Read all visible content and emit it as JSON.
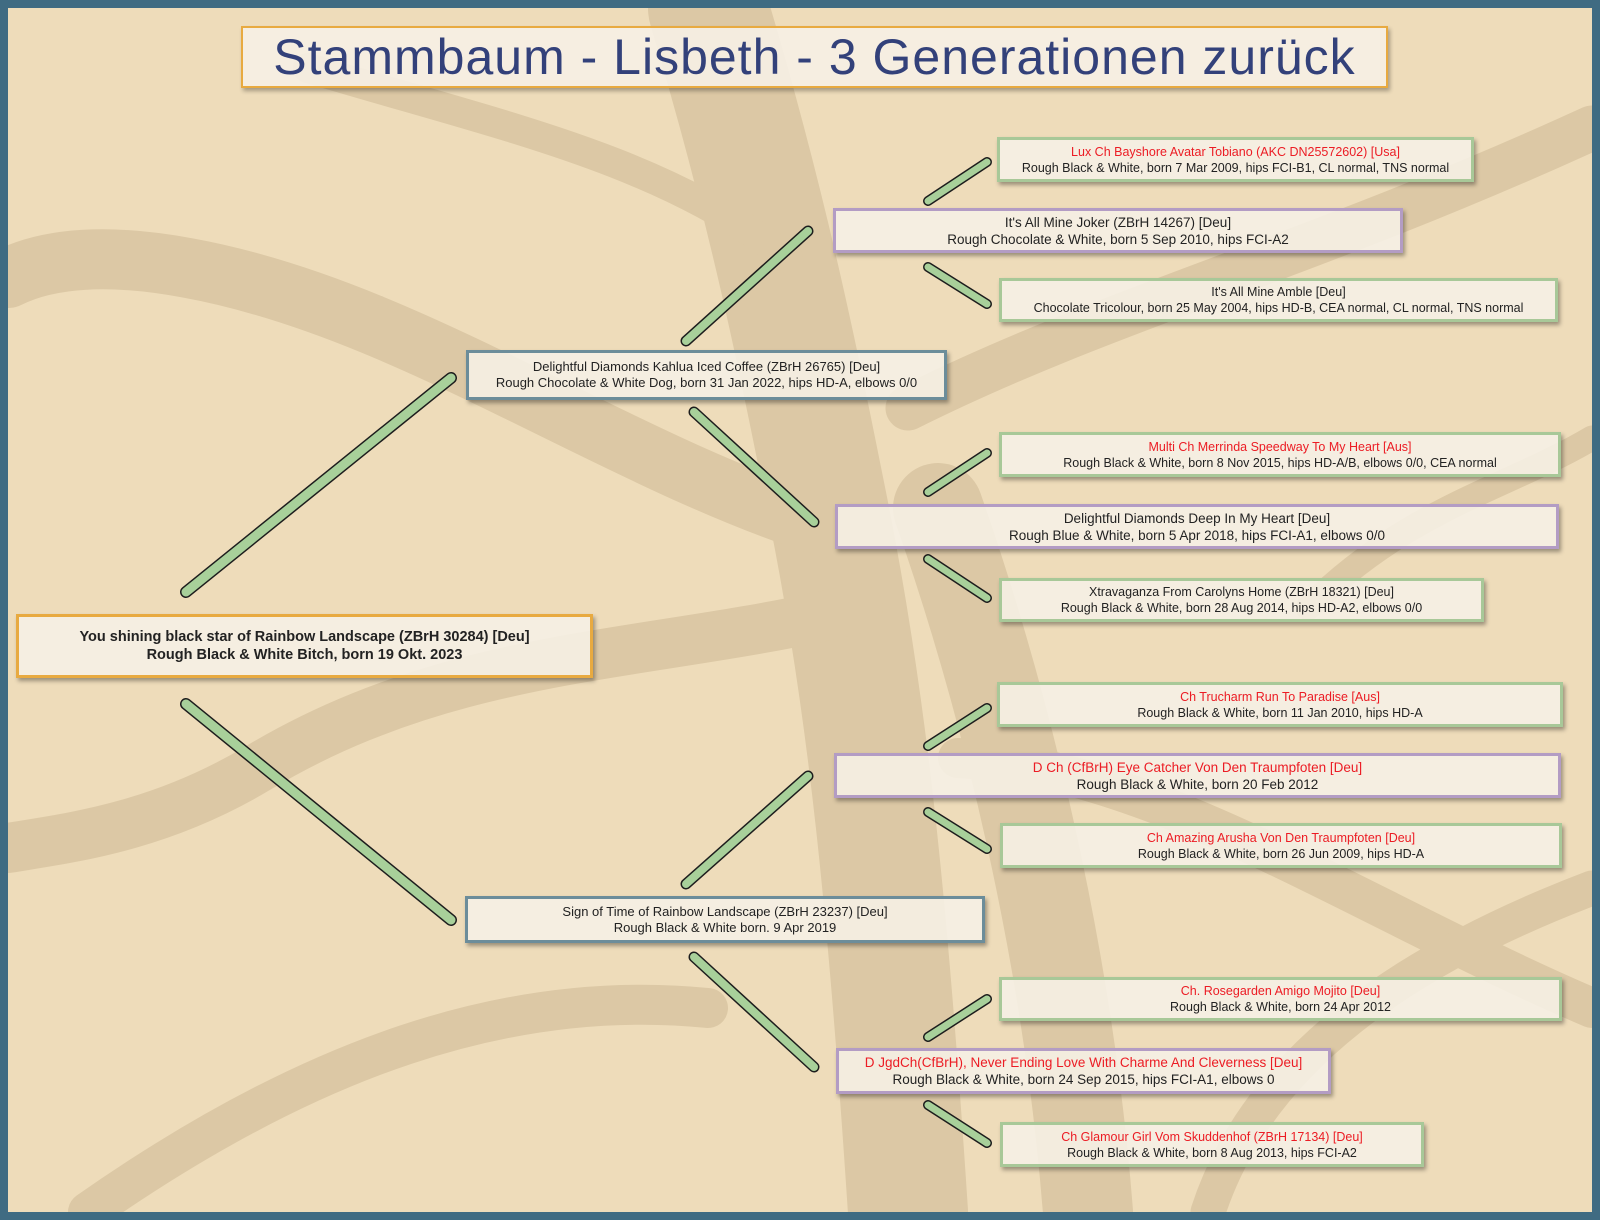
{
  "title": "Stammbaum - Lisbeth - 3 Generationen zurück",
  "colors": {
    "frame": "#3f6b82",
    "background": "#eedcba",
    "connector": "#a8d09a",
    "champion_text": "#ec1c24",
    "title_text": "#33417a"
  },
  "root": {
    "name": "You shining black star of Rainbow Landscape (ZBrH 30284) [Deu]",
    "details": "Rough Black & White Bitch, born 19 Okt. 2023",
    "champion": false
  },
  "sire": {
    "name": "Delightful Diamonds Kahlua Iced Coffee (ZBrH 26765) [Deu]",
    "details": "Rough Chocolate & White Dog, born 31 Jan 2022, hips HD-A, elbows 0/0",
    "champion": false
  },
  "dam": {
    "name": "Sign of Time of Rainbow Landscape (ZBrH 23237) [Deu]",
    "details": "Rough Black & White born. 9 Apr 2019",
    "champion": false
  },
  "gen2": [
    {
      "name": "It's All Mine Joker (ZBrH 14267) [Deu]",
      "details": "Rough Chocolate & White, born 5 Sep 2010, hips FCI-A2",
      "champion": false
    },
    {
      "name": "Delightful Diamonds Deep In My Heart [Deu]",
      "details": "Rough Blue & White, born 5 Apr 2018, hips FCI-A1, elbows 0/0",
      "champion": false
    },
    {
      "name": "D Ch (CfBrH) Eye Catcher Von Den Traumpfoten [Deu]",
      "details": "Rough Black & White, born 20 Feb 2012",
      "champion": true
    },
    {
      "name": "D JgdCh(CfBrH), Never Ending Love With Charme And Cleverness [Deu]",
      "details": "Rough Black & White, born 24 Sep 2015, hips FCI-A1, elbows 0",
      "champion": true
    }
  ],
  "gen3": [
    {
      "name": "Lux Ch Bayshore Avatar Tobiano (AKC DN25572602) [Usa]",
      "details": "Rough Black & White, born 7 Mar 2009, hips FCI-B1, CL normal, TNS normal",
      "champion": true
    },
    {
      "name": "It's All Mine Amble [Deu]",
      "details": "Chocolate Tricolour, born 25 May 2004, hips HD-B, CEA normal, CL normal, TNS normal",
      "champion": false
    },
    {
      "name": "Multi Ch Merrinda Speedway To My Heart [Aus]",
      "details": "Rough Black & White, born 8 Nov 2015, hips HD-A/B, elbows 0/0, CEA normal",
      "champion": true
    },
    {
      "name": "Xtravaganza From Carolyns Home (ZBrH 18321) [Deu]",
      "details": "Rough Black & White, born 28 Aug 2014, hips HD-A2, elbows 0/0",
      "champion": false
    },
    {
      "name": "Ch Trucharm Run To Paradise [Aus]",
      "details": "Rough Black & White, born 11 Jan 2010, hips HD-A",
      "champion": true
    },
    {
      "name": "Ch Amazing Arusha Von Den Traumpfoten [Deu]",
      "details": "Rough Black & White, born 26 Jun 2009, hips HD-A",
      "champion": true
    },
    {
      "name": "Ch. Rosegarden Amigo Mojito [Deu]",
      "details": "Rough Black & White, born 24 Apr 2012",
      "champion": true
    },
    {
      "name": "Ch Glamour Girl Vom Skuddenhof (ZBrH 17134) [Deu]",
      "details": "Rough Black & White, born 8 Aug 2013, hips FCI-A2",
      "champion": true
    }
  ]
}
